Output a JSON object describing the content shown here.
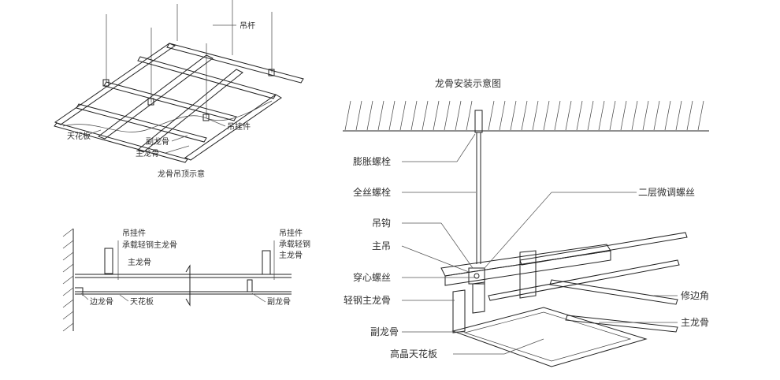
{
  "top_left": {
    "hanger_rod": "吊杆",
    "hanger": "吊挂件",
    "ceiling_board": "天花板",
    "sub_keel": "副龙骨",
    "main_keel": "主龙骨",
    "caption": "龙骨吊顶示意"
  },
  "bottom_left": {
    "hanger_left": "吊挂件",
    "bearing_keel_left": "承载轻钢主龙骨",
    "main_keel": "主龙骨",
    "hanger_right": "吊挂件",
    "bearing_keel_right_1": "承载轻钢",
    "bearing_keel_right_2": "主龙骨",
    "edge_keel": "边龙骨",
    "ceiling_board": "天花板",
    "sub_keel": "副龙骨"
  },
  "right": {
    "title": "龙骨安装示意图",
    "expansion_bolt": "膨胀螺栓",
    "threaded_rod": "全丝螺栓",
    "hook": "吊钩",
    "main_hanger": "主吊",
    "through_screw": "穿心螺丝",
    "light_steel_main_keel": "轻钢主龙骨",
    "sub_keel": "副龙骨",
    "high_crystal_board": "高晶天花板",
    "two_layer_screw": "二层微调螺丝",
    "edge_angle": "修边角",
    "main_keel": "主龙骨"
  }
}
